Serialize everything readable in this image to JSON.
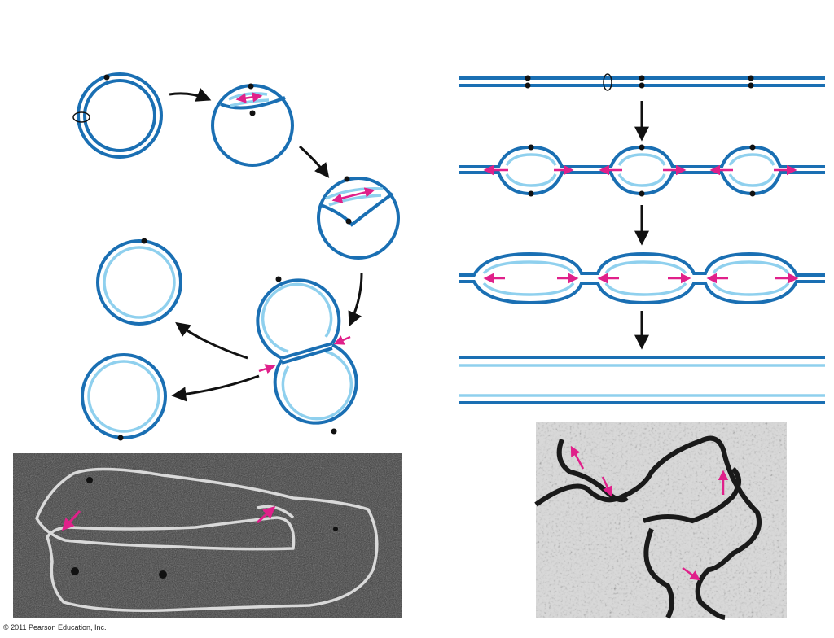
{
  "colors": {
    "dark_strand": "#1a6fb3",
    "light_strand": "#8fd0ee",
    "origin_dot": "#111111",
    "fork_arrow": "#e0208a",
    "flow_arrow": "#111111",
    "em_left_background": "#3a3a3a",
    "em_right_background": "#d8d8d8"
  },
  "micrographs": {
    "left": {
      "kind": "electron-micrograph",
      "subject": "circular-replication",
      "fork_arrows": 2
    },
    "right": {
      "kind": "electron-micrograph",
      "subject": "linear-replication-bubbles",
      "fork_arrows": 4
    }
  },
  "footer": {
    "copyright": "© 2011 Pearson Education, Inc."
  }
}
